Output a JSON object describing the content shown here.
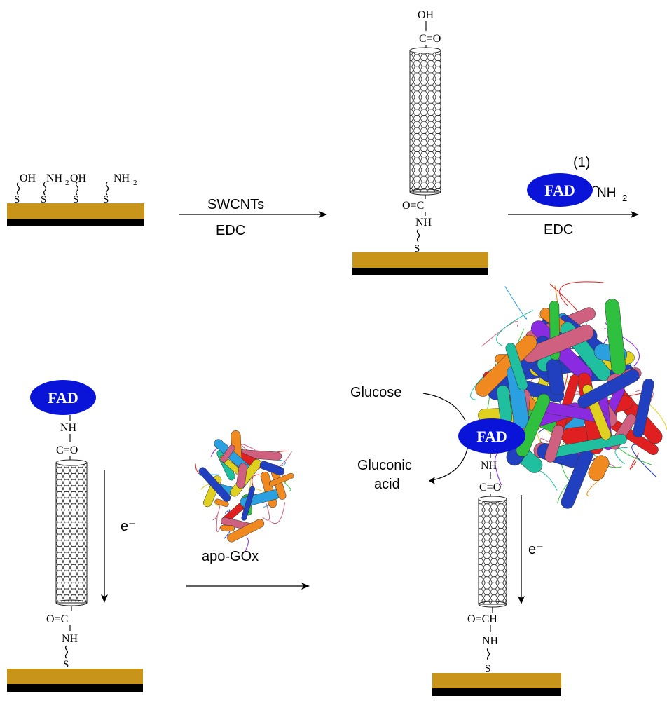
{
  "step1": {
    "surface_groups": [
      "OH",
      "NH",
      "OH",
      "NH"
    ],
    "subscript_2": "2",
    "thiol": "S",
    "reagent_top": "SWCNTs",
    "reagent_bottom": "EDC"
  },
  "step2": {
    "tip_oh": "OH",
    "tip_carbonyl": "C=O",
    "base_carbonyl": "O=C",
    "base_nh": "NH",
    "thiol": "S",
    "label_number": "(1)",
    "fad_label": "FAD",
    "nh2_label": "NH",
    "subscript_2": "2",
    "reagent_bottom": "EDC"
  },
  "step3": {
    "fad_label": "FAD",
    "nh": "NH",
    "carbonyl": "C=O",
    "electron": "e⁻",
    "base_carbonyl": "O=C",
    "base_nh": "NH",
    "thiol": "S",
    "reagent": "apo-GOx"
  },
  "step4": {
    "glucose": "Glucose",
    "gluconic_line1": "Gluconic",
    "gluconic_line2": "acid",
    "fad_label": "FAD",
    "nh": "NH",
    "carbonyl": "C=O",
    "electron": "e⁻",
    "base": "O=CH",
    "base_nh": "NH",
    "thiol": "S"
  },
  "colors": {
    "gold": "#c8941a",
    "black": "#000000",
    "fad_blue": "#0a14d8",
    "protein": [
      "#e02020",
      "#2aa0e0",
      "#30c040",
      "#f08a20",
      "#8a2be2",
      "#e0d020",
      "#1fbfa0",
      "#2040c0",
      "#d06080"
    ]
  },
  "icons": [
    "nanotube-icon",
    "protein-icon",
    "fad-ellipse-icon",
    "electrode-icon",
    "arrow-icon"
  ]
}
